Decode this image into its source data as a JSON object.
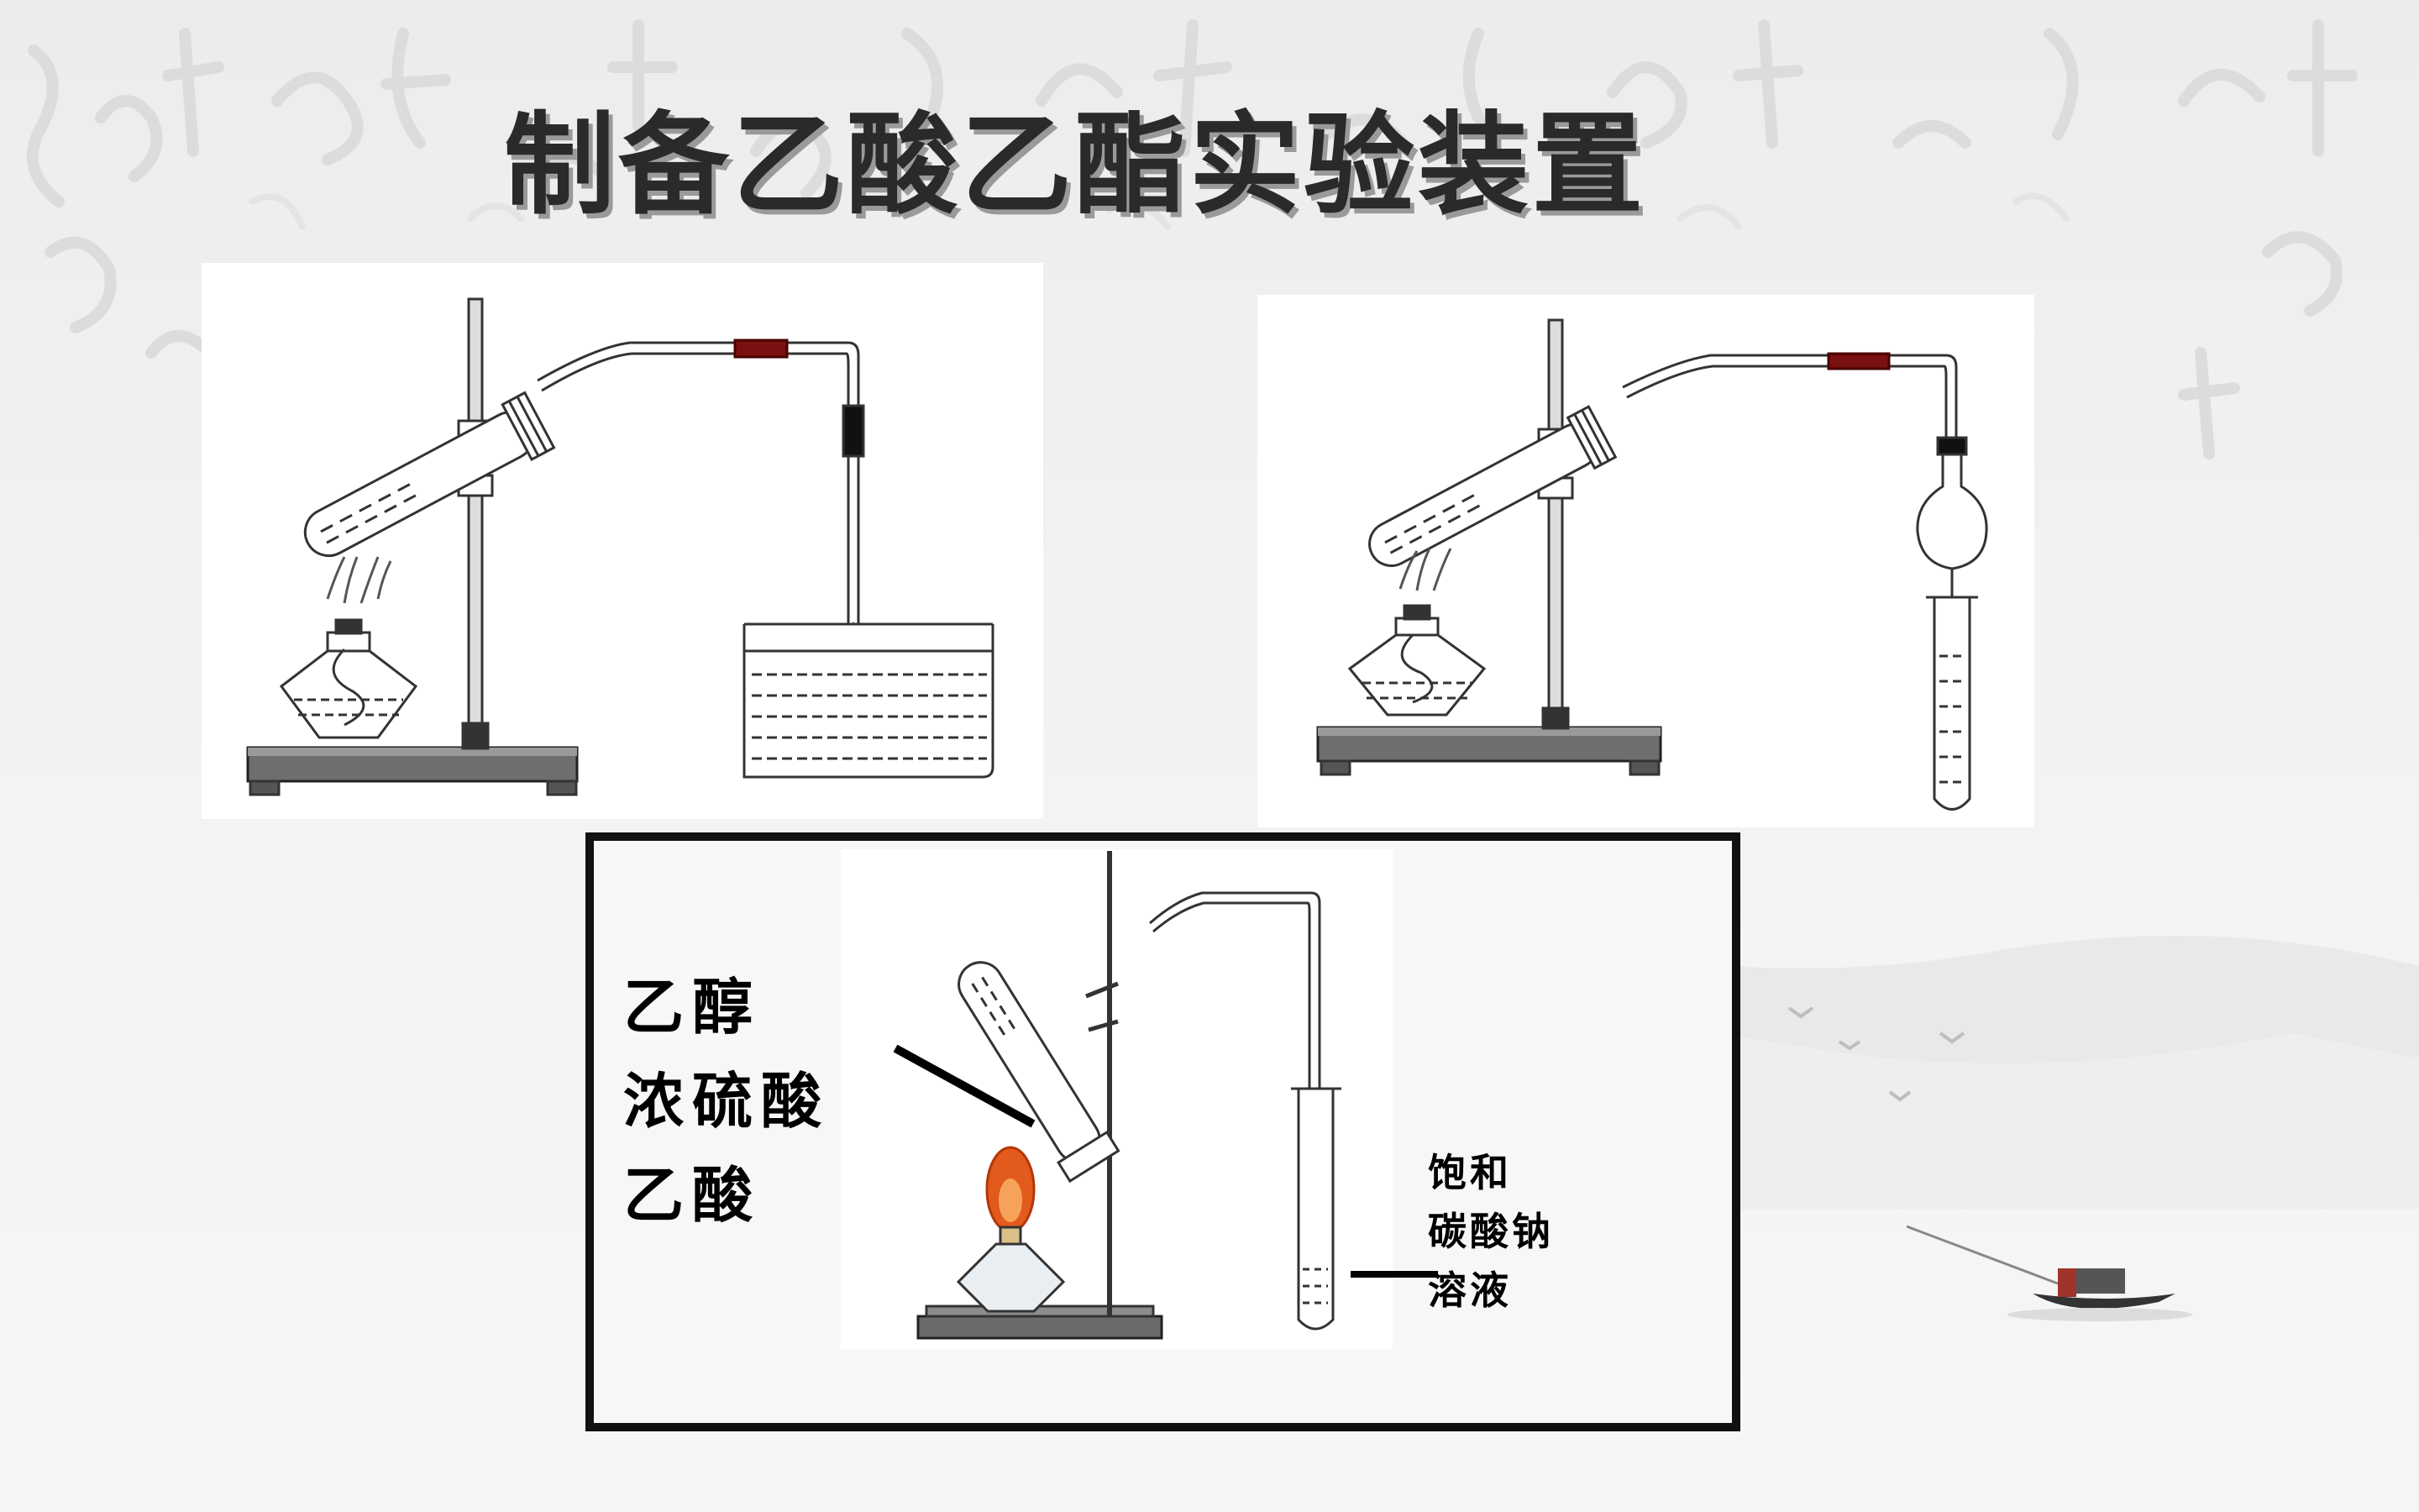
{
  "slide": {
    "title": "制备乙酸乙酯实验装置"
  },
  "reagent_labels": {
    "ethanol": "乙醇",
    "sulfuric_acid": "浓硫酸",
    "acetic_acid": "乙酸"
  },
  "receiver_labels": {
    "line1": "饱和",
    "line2": "碳酸钠",
    "line3": "溶液"
  },
  "colors": {
    "title": "#2a2a2a",
    "rubber_tube": "#7a1010",
    "flame": "#e25a1c",
    "frame": "#111111"
  }
}
